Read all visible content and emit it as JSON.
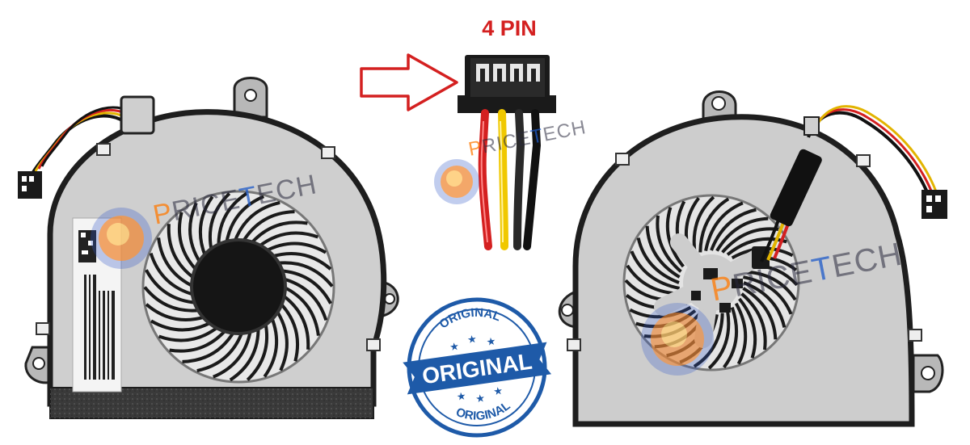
{
  "header": {
    "pin_label": "4 PIN"
  },
  "watermarks": {
    "brand_prefix": "P",
    "brand_middle": "RICE",
    "brand_t": "T",
    "brand_suffix": "ECH"
  },
  "stamp": {
    "top_text": "ORIGINAL",
    "center_text": "ORIGINAL",
    "bottom_text": "ORIGINAL"
  },
  "colors": {
    "pin_label": "#d42020",
    "arrow": "#d42020",
    "stamp": "#1e5aa8",
    "fan_plate": "#c9c9c9",
    "fan_edge": "#2a2a2a",
    "foam": "#3a3a3a"
  }
}
